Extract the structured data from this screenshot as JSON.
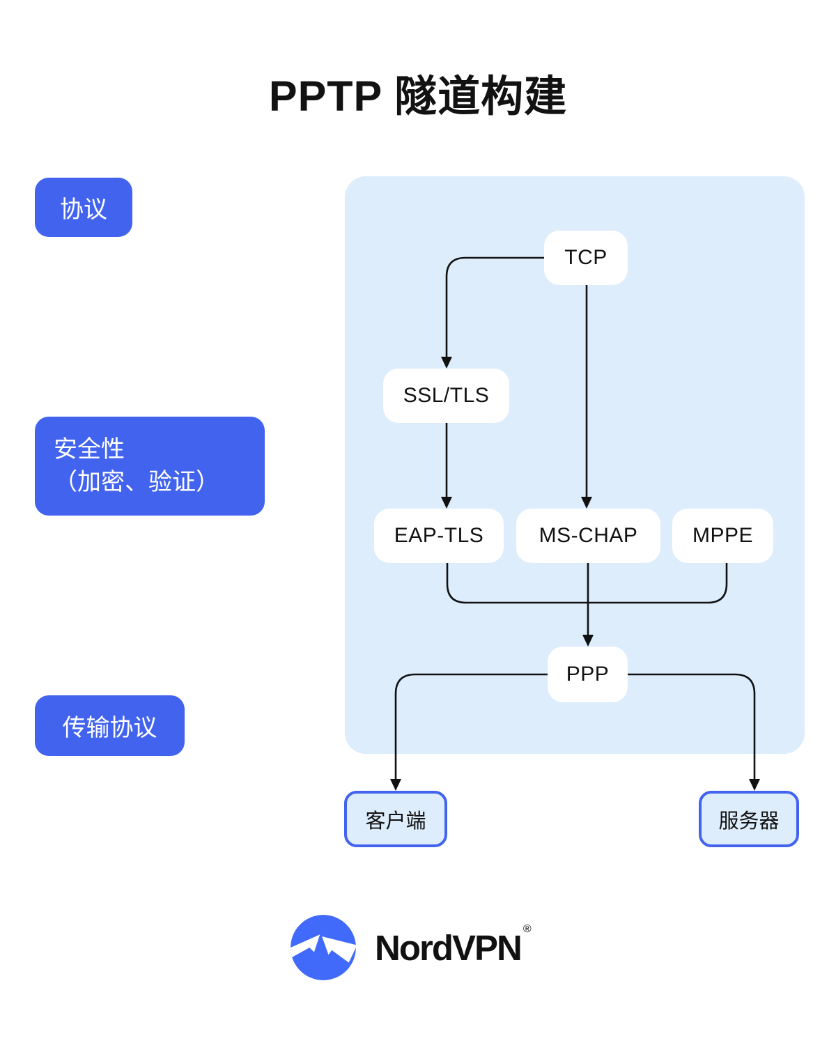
{
  "title": "PPTP 隧道构建",
  "colors": {
    "accent_blue": "#4263EE",
    "panel_bg": "#DDEDFC",
    "node_bg": "#FFFFFF",
    "line": "#111111",
    "text_dark": "#121212",
    "logo_blue": "#416AFA"
  },
  "side_labels": {
    "protocol": "协议",
    "security_line1": "安全性",
    "security_line2": "（加密、验证）",
    "transport": "传输协议"
  },
  "nodes": {
    "tcp": "TCP",
    "ssl_tls": "SSL/TLS",
    "eap_tls": "EAP-TLS",
    "ms_chap": "MS-CHAP",
    "mppe": "MPPE",
    "ppp": "PPP",
    "client": "客户端",
    "server": "服务器"
  },
  "logo": {
    "brand": "NordVPN",
    "registered": "®"
  }
}
